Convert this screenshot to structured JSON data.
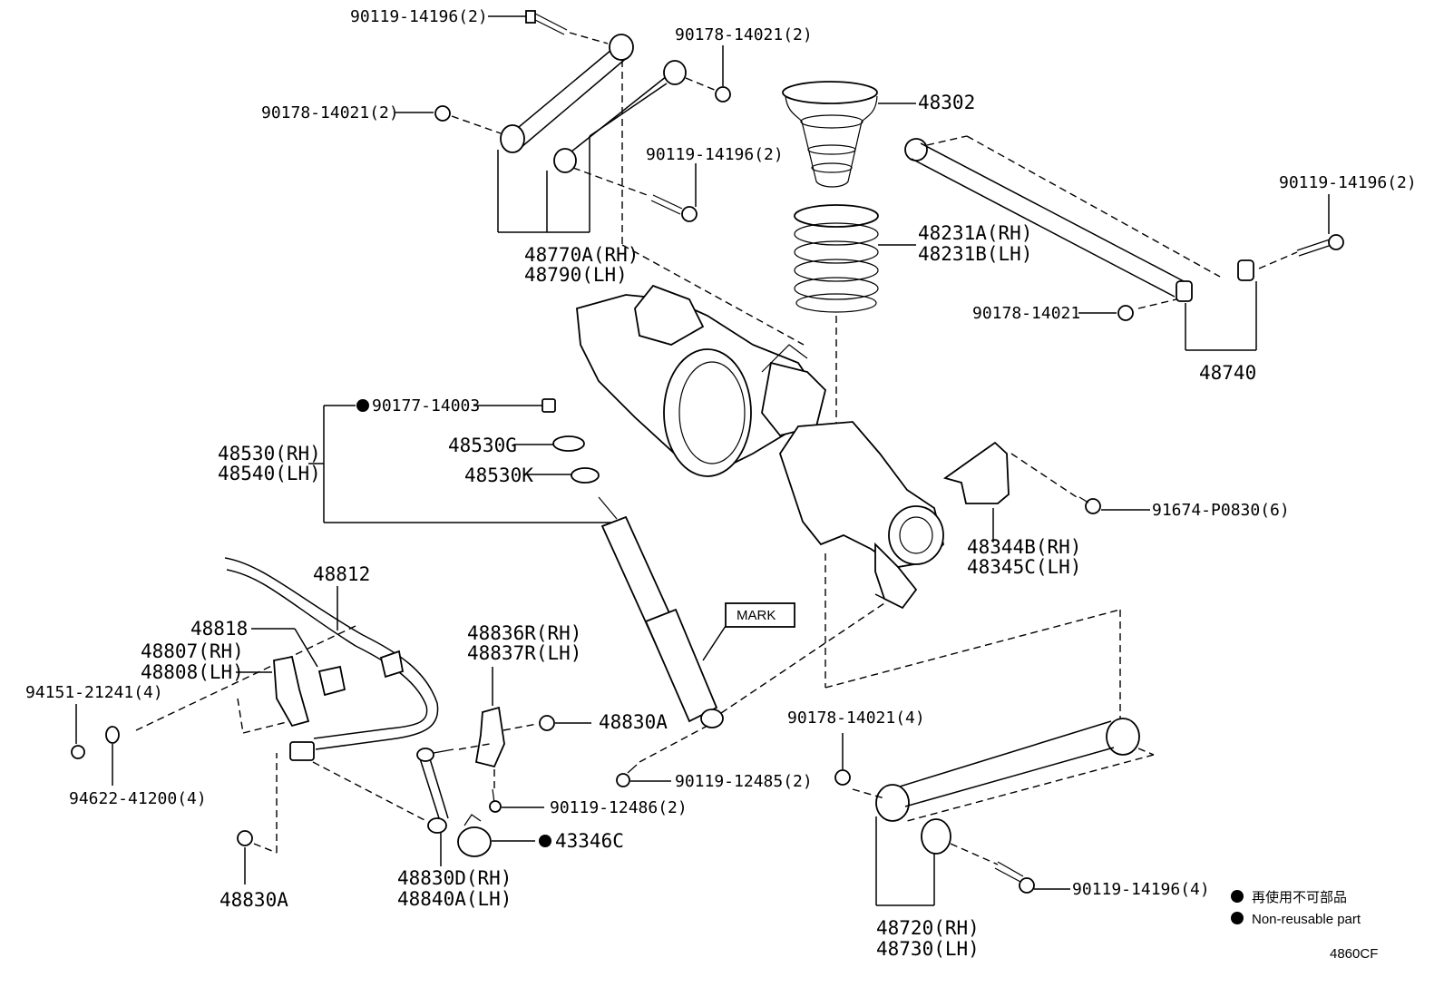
{
  "labels": {
    "p90119_14196_2_top": "90119-14196(2)",
    "p90178_14021_2_topright": "90178-14021(2)",
    "p90178_14021_2_left": "90178-14021(2)",
    "p90119_14196_2_mid": "90119-14196(2)",
    "p48770a": "48770A(RH)",
    "p48790": "48790(LH)",
    "p48302": "48302",
    "p48231a": "48231A(RH)",
    "p48231b": "48231B(LH)",
    "p90119_14196_2_right": "90119-14196(2)",
    "p90178_14021_right": "90178-14021",
    "p48740": "48740",
    "p90177_14003": "90177-14003",
    "p48530g": "48530G",
    "p48530k": "48530K",
    "p48530": "48530(RH)",
    "p48540": "48540(LH)",
    "p91674": "91674-P0830(6)",
    "p48344b": "48344B(RH)",
    "p48345c": "48345C(LH)",
    "p48812": "48812",
    "p48818": "48818",
    "p48807": "48807(RH)",
    "p48808": "48808(LH)",
    "p94151": "94151-21241(4)",
    "p94622": "94622-41200(4)",
    "p48836r": "48836R(RH)",
    "p48837r": "48837R(LH)",
    "p48830a_right": "48830A",
    "p90119_12485": "90119-12485(2)",
    "p90119_12486": "90119-12486(2)",
    "p43346c": "43346C",
    "p48830d": "48830D(RH)",
    "p48840a": "48840A(LH)",
    "p48830a_bottom": "48830A",
    "p90178_14021_4": "90178-14021(4)",
    "p90119_14196_4": "90119-14196(4)",
    "p48720": "48720(RH)",
    "p48730": "48730(LH)",
    "mark": "MARK"
  },
  "legend": {
    "jp": "再使用不可部品",
    "en": "Non-reusable part"
  },
  "figure_code": "4860CF"
}
